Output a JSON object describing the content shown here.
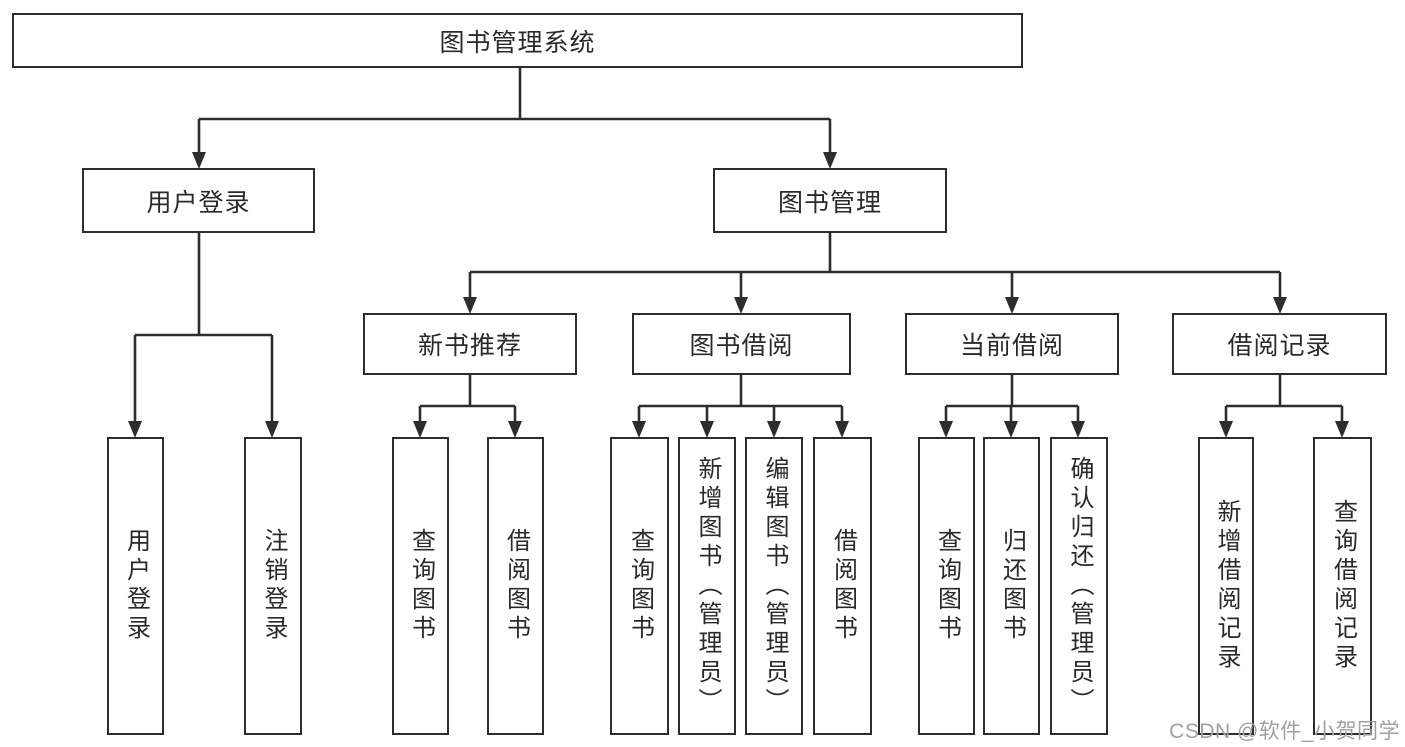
{
  "diagram_type": "hierarchy-tree",
  "colors": {
    "line": "#2d2d2d",
    "box_border": "#2d2d2d",
    "box_fill": "#ffffff",
    "text": "#2a2a2a",
    "watermark": "#a0a0a0",
    "background": "#ffffff"
  },
  "watermark": {
    "text": "CSDN @软件_小贺同学"
  },
  "tree": {
    "root": {
      "label": "图书管理系统"
    },
    "branches": [
      {
        "label": "用户登录",
        "children": [
          {
            "label": "用户登录"
          },
          {
            "label": "注销登录"
          }
        ]
      },
      {
        "label": "图书管理",
        "children": [
          {
            "label": "新书推荐",
            "children": [
              {
                "label": "查询图书"
              },
              {
                "label": "借阅图书"
              }
            ]
          },
          {
            "label": "图书借阅",
            "children": [
              {
                "label": "查询图书"
              },
              {
                "label": "新增图书（管理员）"
              },
              {
                "label": "编辑图书（管理员）"
              },
              {
                "label": "借阅图书"
              }
            ]
          },
          {
            "label": "当前借阅",
            "children": [
              {
                "label": "查询图书"
              },
              {
                "label": "归还图书"
              },
              {
                "label": "确认归还（管理员）"
              }
            ]
          },
          {
            "label": "借阅记录",
            "children": [
              {
                "label": "新增借阅记录"
              },
              {
                "label": "查询借阅记录"
              }
            ]
          }
        ]
      }
    ]
  }
}
